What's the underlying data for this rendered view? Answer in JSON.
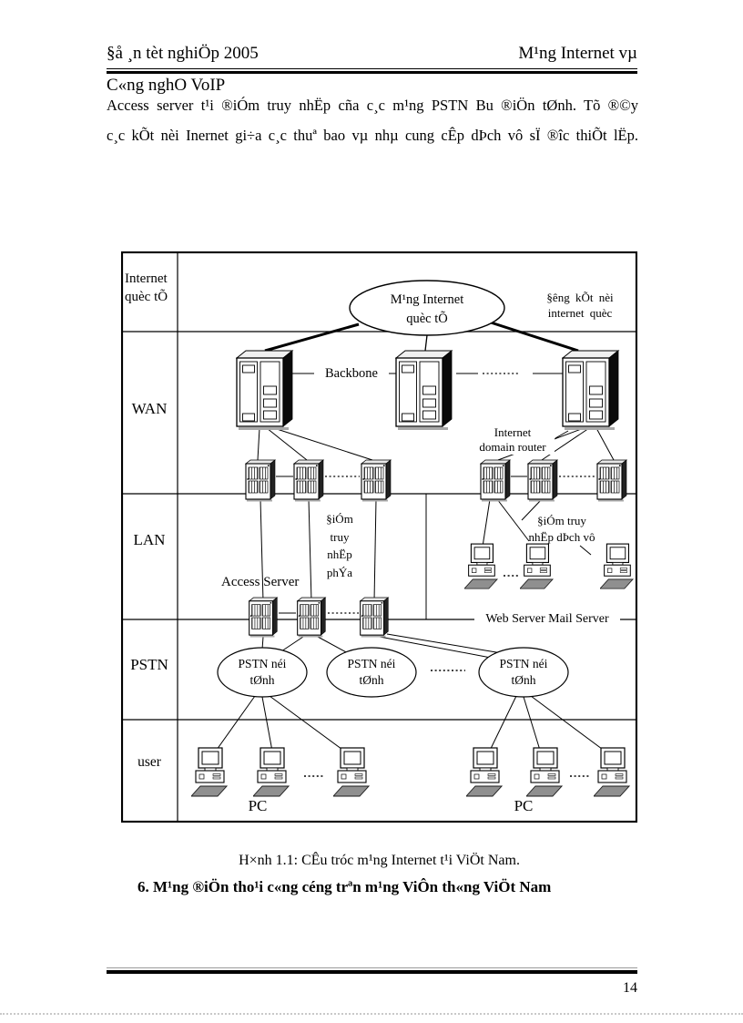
{
  "colors": {
    "ink": "#000000",
    "paper": "#ffffff"
  },
  "header": {
    "left": "§å ¸n tèt nghiÖp 2005",
    "right": "M¹ng Internet vµ",
    "subtitle": "C«ng nghO VoIP"
  },
  "paragraph": {
    "line1": "Access server t¹i ®iÓm truy nhËp cña c¸c m¹ng PSTN Bu ®iÖn tØnh. Tõ ®©y",
    "line2": "c¸c kÕt nèi Inernet gi÷a c¸c thuª bao vµ nhµ cung cÊp dÞch vô sÏ ®îc thiÕt lËp."
  },
  "diagram": {
    "row_labels": {
      "row1": "Internet quèc tÕ",
      "row2": "WAN",
      "row3": "LAN",
      "row4": "PSTN",
      "row5": "user"
    },
    "internet_cloud": {
      "line1": "M¹ng Internet",
      "line2": "quèc tÕ"
    },
    "intl_link_note": {
      "line1": "§êng kÕt nèi",
      "line2": "internet quèc"
    },
    "backbone_label": "Backbone",
    "domain_router_note": {
      "line1": "Internet",
      "line2": "domain router"
    },
    "access_point_note": {
      "line1": "§iÓm",
      "line2": "truy",
      "line3": "nhËp",
      "line4": "phÝa"
    },
    "service_access_note": {
      "line1": "§iÓm truy",
      "line2": "nhËp dÞch vô"
    },
    "access_server_label": "Access Server",
    "web_mail_label": "Web Server Mail Server",
    "pstn_cloud": {
      "line1": "PSTN néi",
      "line2": "tØnh"
    },
    "pc_label_left": "PC",
    "pc_label_right": "PC"
  },
  "caption": "H×nh 1.1: CÊu tróc m¹ng Internet t¹i ViÖt Nam.",
  "section_heading": "6. M¹ng ®iÖn tho¹i c«ng céng trªn m¹ng ViÔn th«ng ViÖt Nam",
  "footer": {
    "page_number": "14"
  }
}
